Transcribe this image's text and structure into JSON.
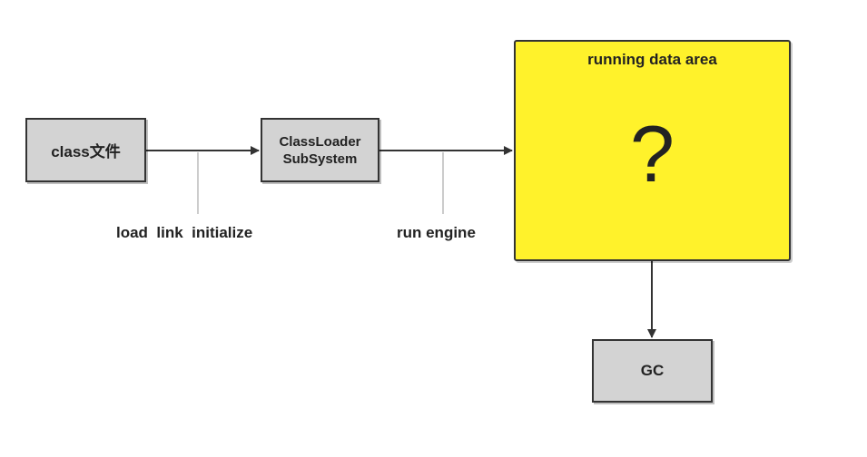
{
  "nodes": {
    "class_file": "class文件",
    "classloader_line1": "ClassLoader",
    "classloader_line2": "SubSystem",
    "runtime_title": "running data area",
    "runtime_question": "?",
    "gc": "GC"
  },
  "edge_labels": {
    "load_link_initialize": "load  link  initialize",
    "run_engine": "run engine"
  },
  "colors": {
    "box_fill": "#d3d3d3",
    "highlight_fill": "#fff22b",
    "stroke": "#333333"
  }
}
